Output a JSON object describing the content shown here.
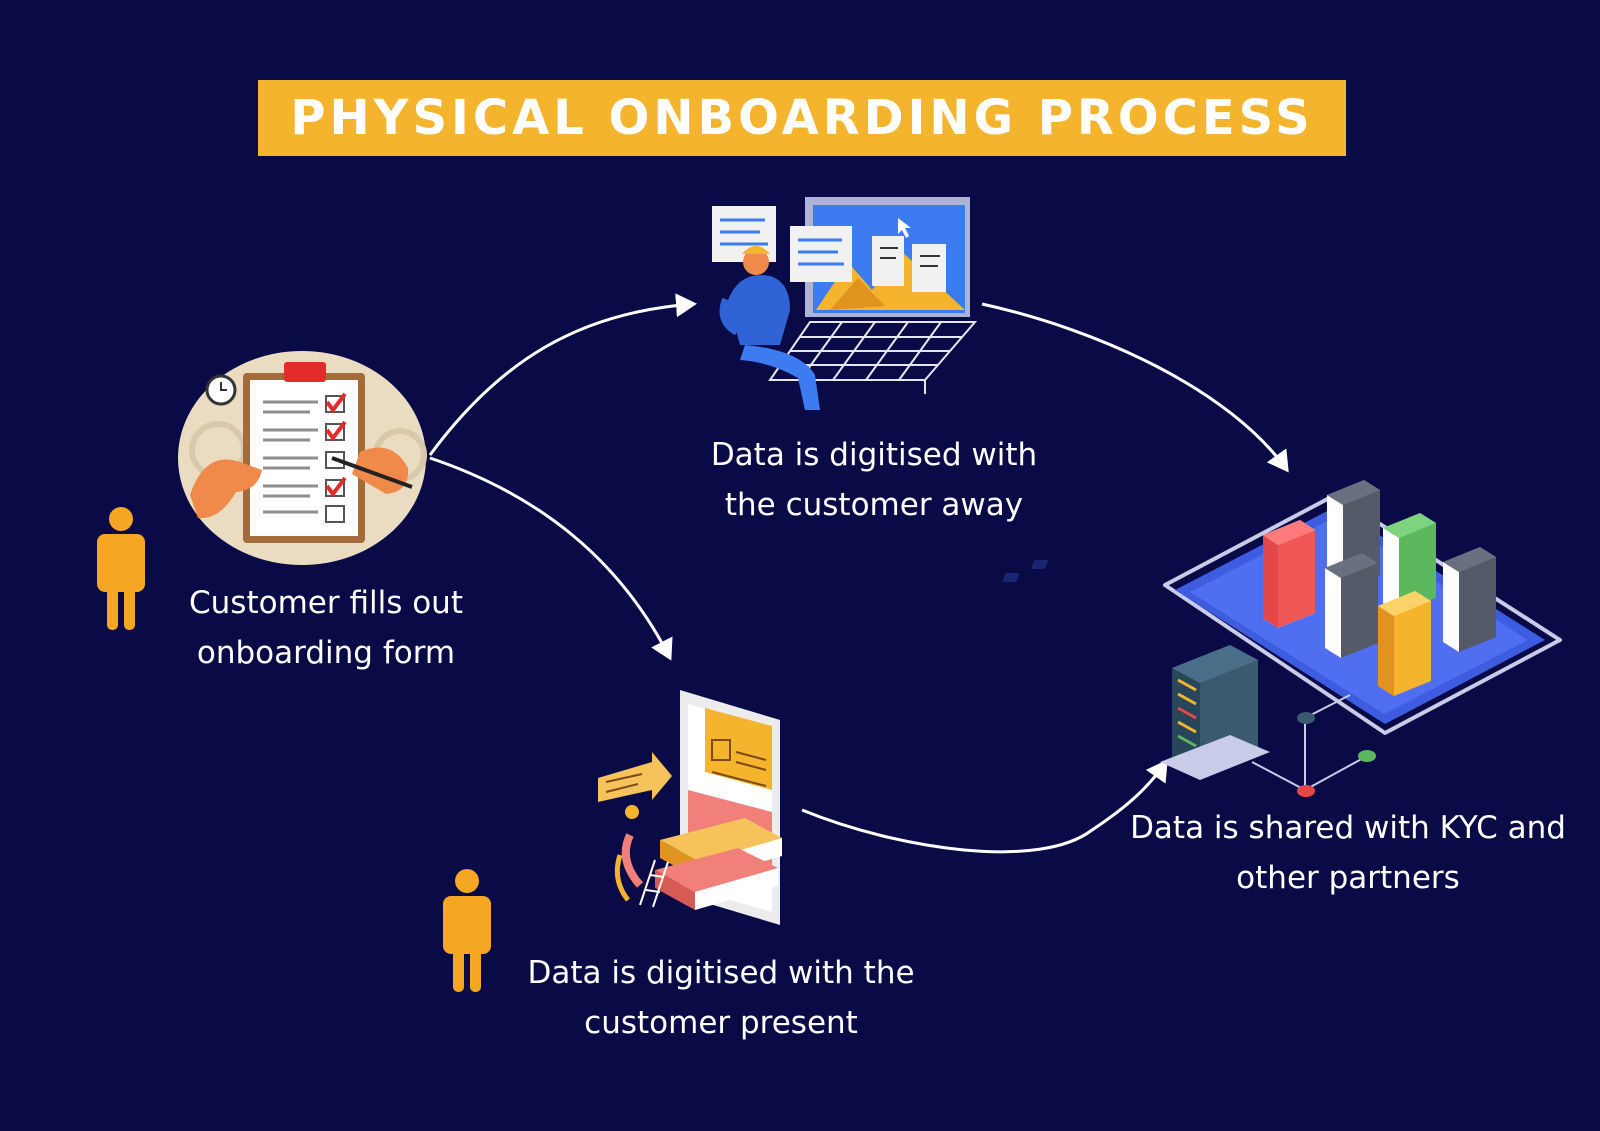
{
  "title": "PHYSICAL ONBOARDING PROCESS",
  "colors": {
    "background": "#0a0a47",
    "banner": "#f5b42e",
    "person": "#f5a623",
    "arrow": "#ffffff",
    "text": "#ffffff"
  },
  "steps": [
    {
      "id": "form",
      "lines": [
        "Customer fills out",
        "onboarding form"
      ],
      "icon": "clipboard-checklist-illustration",
      "has_person": true
    },
    {
      "id": "digitised-away",
      "lines": [
        "Data is digitised with",
        "the customer away"
      ],
      "icon": "computer-dashboard-illustration",
      "has_person": false
    },
    {
      "id": "digitised-present",
      "lines": [
        "Data is digitised with the",
        "customer present"
      ],
      "icon": "document-tablet-illustration",
      "has_person": true
    },
    {
      "id": "shared",
      "lines": [
        "Data is shared with KYC and",
        "other partners"
      ],
      "icon": "server-network-illustration",
      "has_person": false
    }
  ],
  "connections": [
    {
      "from": "form",
      "to": "digitised-away"
    },
    {
      "from": "form",
      "to": "digitised-present"
    },
    {
      "from": "digitised-away",
      "to": "shared"
    },
    {
      "from": "digitised-present",
      "to": "shared"
    }
  ]
}
